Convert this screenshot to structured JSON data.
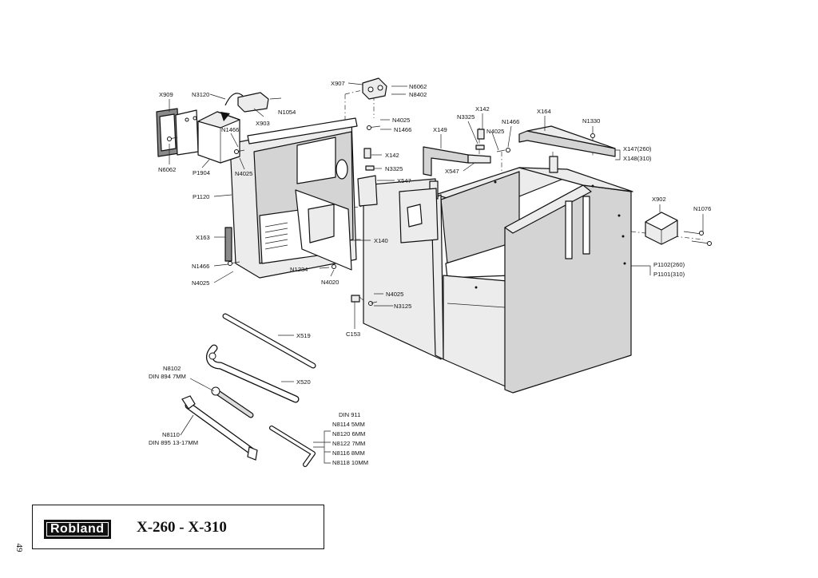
{
  "labels": {
    "x909": "X909",
    "n3120": "N3120",
    "x903": "X903",
    "n1054": "N1054",
    "x907": "X907",
    "n6062_top": "N6062",
    "n8402": "N8402",
    "n4025_a": "N4025",
    "n1466_a": "N1466",
    "n1466_b": "N1466",
    "n6062_left": "N6062",
    "p1904": "P1904",
    "n4025_b": "N4025",
    "p1120": "P1120",
    "x142_a": "X142",
    "n3325_a": "N3325",
    "x547_a": "X547",
    "x163": "X163",
    "x140": "X140",
    "n1466_c": "N1466",
    "n4025_c": "N4025",
    "n1234": "N1234",
    "n4020": "N4020",
    "n4025_d": "N4025",
    "n3125": "N3125",
    "c153": "C153",
    "x149": "X149",
    "x142_b": "X142",
    "n3325_b": "N3325",
    "n4025_e": "N4025",
    "n1466_d": "N1466",
    "x547_b": "X547",
    "x164": "X164",
    "n1330": "N1330",
    "x147": "X147(260)",
    "x148": "X148(310)",
    "x902": "X902",
    "n1076": "N1076",
    "p1102": "P1102(260)",
    "p1101": "P1101(310)",
    "x519": "X519",
    "x520": "X520",
    "n8102": "N8102",
    "din894": "DIN 894 7MM",
    "n8110": "N8110",
    "din895": "DIN 895 13-17MM",
    "din911": "DIN 911",
    "n8114": "N8114  5MM",
    "n8120": "N8120  6MM",
    "n8122": "N8122  7MM",
    "n8116": "N8116  8MM",
    "n8118": "N8118 10MM"
  },
  "title_block": {
    "brand": "Robland",
    "models": "X-260 - X-310"
  },
  "page_number": "49"
}
